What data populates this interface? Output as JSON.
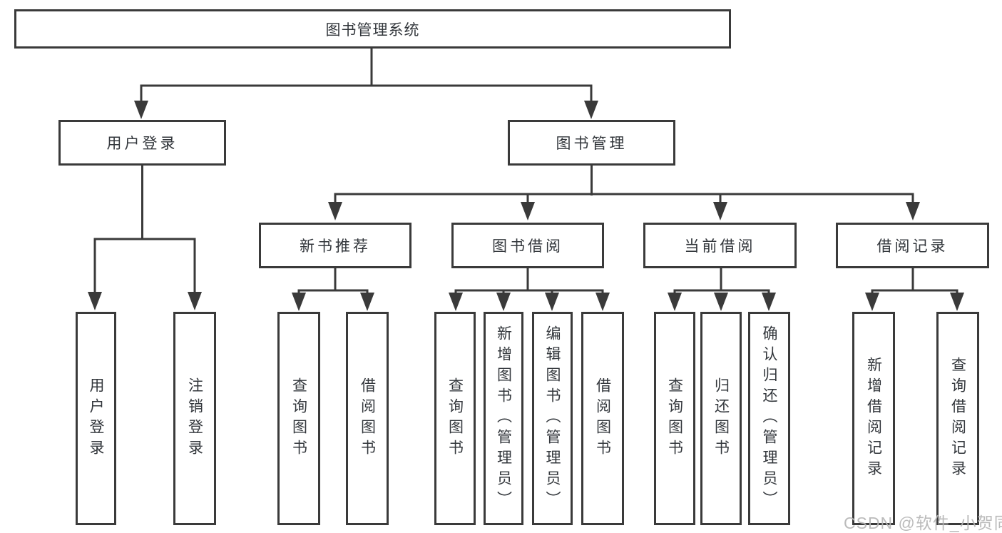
{
  "diagram_type": "hierarchy-tree",
  "tree": {
    "label": "图书管理系统",
    "children": [
      {
        "label": "用户登录",
        "children": [
          {
            "label": "用户登录"
          },
          {
            "label": "注销登录"
          }
        ]
      },
      {
        "label": "图书管理",
        "children": [
          {
            "label": "新书推荐",
            "children": [
              {
                "label": "查询图书"
              },
              {
                "label": "借阅图书"
              }
            ]
          },
          {
            "label": "图书借阅",
            "children": [
              {
                "label": "查询图书"
              },
              {
                "label": "新增图书（管理员）"
              },
              {
                "label": "编辑图书（管理员）"
              },
              {
                "label": "借阅图书"
              }
            ]
          },
          {
            "label": "当前借阅",
            "children": [
              {
                "label": "查询图书"
              },
              {
                "label": "归还图书"
              },
              {
                "label": "确认归还（管理员）"
              }
            ]
          },
          {
            "label": "借阅记录",
            "children": [
              {
                "label": "新增借阅记录"
              },
              {
                "label": "查询借阅记录"
              }
            ]
          }
        ]
      }
    ]
  },
  "watermark": "CSDN @软件_小贺同学",
  "colors": {
    "line": "#3a3a3a",
    "node_border": "#3a3a3a",
    "node_text": "#33373c",
    "background": "#ffffff",
    "watermark": "#b5b5b5"
  }
}
